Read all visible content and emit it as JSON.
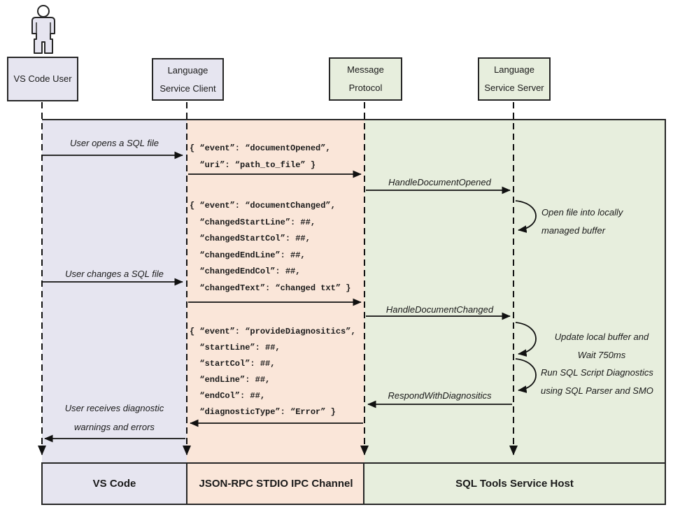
{
  "palette": {
    "lane_vscode": "#e6e5f0",
    "lane_ipc": "#fae6d9",
    "lane_host": "#e7eedd",
    "line": "#111111",
    "border": "#262626"
  },
  "actors": {
    "user": {
      "label": "VS Code User"
    },
    "client": {
      "label": "Language\nService Client"
    },
    "protocol": {
      "label": "Message\nProtocol"
    },
    "server": {
      "label": "Language\nService Server"
    }
  },
  "footer": {
    "vscode": "VS Code",
    "ipc": "JSON-RPC STDIO IPC Channel",
    "host": "SQL Tools Service Host"
  },
  "messages": {
    "open_file": "User opens a SQL file",
    "change_file": "User changes a SQL file",
    "receive_diag": "User receives diagnostic\nwarnings and errors",
    "handle_opened": "HandleDocumentOpened",
    "handle_changed": "HandleDocumentChanged",
    "respond_diag": "RespondWithDiagnositics"
  },
  "payloads": {
    "document_opened": [
      "{ “event”: “documentOpened”,",
      "  “uri”: “path_to_file” }"
    ],
    "document_changed": [
      "{ “event”: “documentChanged”,",
      "  “changedStartLine”: ##,",
      "  “changedStartCol”: ##,",
      "  “changedEndLine”: ##,",
      "  “changedEndCol”: ##,",
      "  “changedText”: “changed txt” }"
    ],
    "provide_diagnostics": [
      "{ “event”: “provideDiagnositics”,",
      "  “startLine”: ##,",
      "  “startCol”: ##,",
      "  “endLine”: ##,",
      "  “endCol”: ##,",
      "  “diagnosticType”: “Error” }"
    ]
  },
  "annotations": {
    "open_buffer": "Open file into locally\nmanaged buffer",
    "update_buffer": "Update local buffer and\nWait 750ms",
    "run_diagnostics": "Run SQL Script Diagnostics\nusing SQL Parser and SMO"
  }
}
